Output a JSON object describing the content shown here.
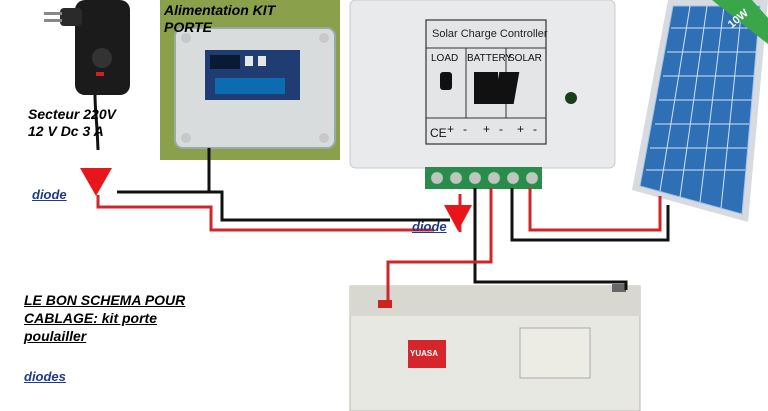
{
  "labels": {
    "secteur_line1": "Secteur 220V",
    "secteur_line2": "12 V Dc  3 A",
    "alimentation_line1": "Alimentation KIT",
    "alimentation_line2": "PORTE",
    "diode_left": "diode",
    "diode_center": "diode",
    "schema_line1": "LE BON SCHEMA POUR",
    "schema_line2": "CABLAGE: kit porte",
    "schema_line3": "poulailler",
    "diodes": "diodes"
  },
  "controller": {
    "title": "Solar Charge Controller",
    "terminals": [
      "LOAD",
      "BATTERY",
      "SOLAR"
    ],
    "polarity": [
      "+",
      "-",
      "+",
      "-",
      "+",
      "-"
    ],
    "ce_mark": "CE"
  },
  "panel": {
    "power": "10W"
  },
  "battery": {
    "brand": "YUASA"
  },
  "colors": {
    "wire_red": "#d0262a",
    "wire_black": "#111111",
    "diode_red": "#e8161b",
    "link_blue": "#1f3a8a",
    "panel_blue": "#2f6fb6",
    "panel_badge": "#3aa64a"
  }
}
